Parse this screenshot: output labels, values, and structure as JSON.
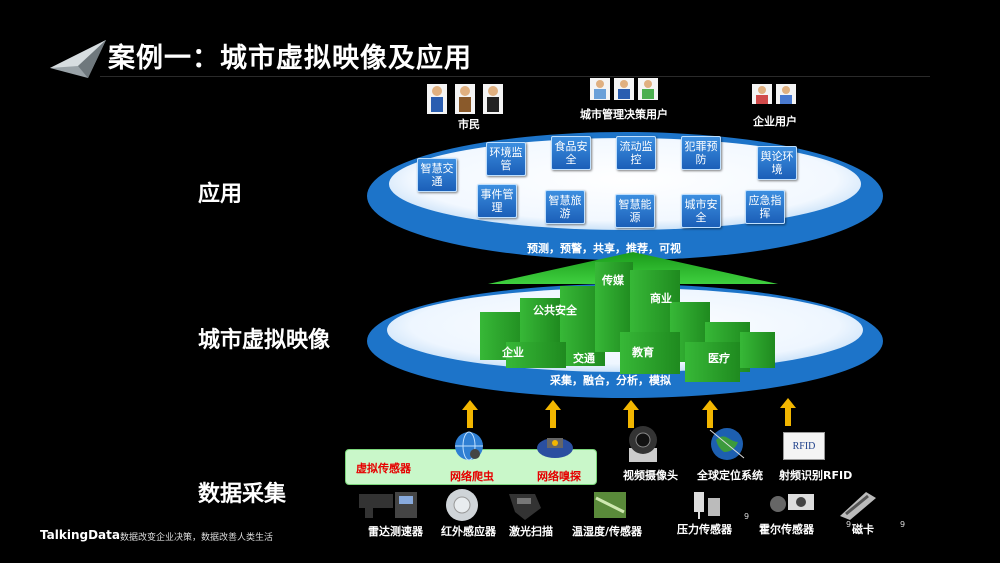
{
  "header": {
    "title": "案例一：城市虚拟映像及应用"
  },
  "layers": {
    "app": "应用",
    "image": "城市虚拟映像",
    "collect": "数据采集"
  },
  "users": [
    {
      "label": "市民"
    },
    {
      "label": "城市管理决策用户"
    },
    {
      "label": "企业用户"
    }
  ],
  "apps": [
    "智慧交通",
    "环境监管",
    "食品安全",
    "流动监控",
    "犯罪预防",
    "舆论环境",
    "事件管理",
    "智慧旅游",
    "智慧能源",
    "城市安全",
    "应急指挥"
  ],
  "app_caption": "预测，预警，共享，推荐，可视",
  "image_sectors": [
    "传媒",
    "商业",
    "公共安全",
    "企业",
    "交通",
    "教育",
    "医疗"
  ],
  "image_caption": "采集，融合，分析，模拟",
  "virtual": {
    "title": "虚拟传感器",
    "crawler": "网络爬虫",
    "sniffer": "网络嗅探"
  },
  "sources": [
    "视频摄像头",
    "全球定位系统",
    "射频识别RFID"
  ],
  "sensors": [
    "雷达测速器",
    "红外感应器",
    "激光扫描",
    "温湿度/传感器",
    "压力传感器",
    "霍尔传感器",
    "磁卡"
  ],
  "rfid_icon_text": "RFID",
  "page_numbers": [
    "9",
    "9",
    "9"
  ],
  "footer": {
    "brand": "TalkingData",
    "slogan": "数据改变企业决策，数据改善人类生活"
  },
  "colors": {
    "ellipse_blue": "#1d74c9",
    "app_box": "#2f7fd3",
    "building_green": "#2fae2f",
    "arrow": "#f2b600"
  }
}
